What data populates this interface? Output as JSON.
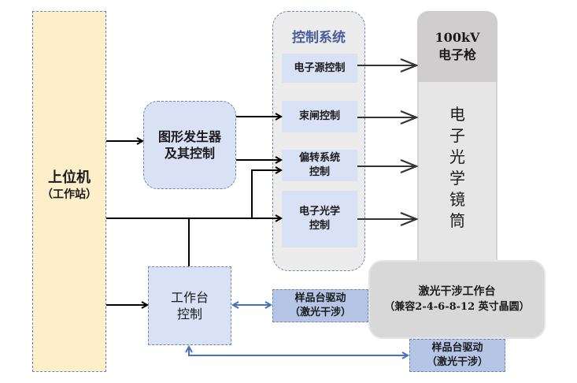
{
  "host": {
    "title": "上位机",
    "subtitle": "（工作站）"
  },
  "pattern_generator": {
    "line1": "图形发生器",
    "line2": "及其控制"
  },
  "control_system": {
    "title": "控制系统",
    "items": [
      {
        "lines": [
          "电子源控制"
        ]
      },
      {
        "lines": [
          "束闸控制"
        ]
      },
      {
        "lines": [
          "偏转系统",
          "控制"
        ]
      },
      {
        "lines": [
          "电子光学",
          "控制"
        ]
      }
    ]
  },
  "electron_gun": {
    "line1": "100kV",
    "line2": "电子枪"
  },
  "optical_column": {
    "chars": [
      "电",
      "子",
      "光",
      "学",
      "镜",
      "筒"
    ]
  },
  "laser_stage": {
    "line1": "激光干涉工作台",
    "line2": "（兼容2-4-6-8-12 英寸晶圆）"
  },
  "stage_control": {
    "line1": "工作台",
    "line2": "控制"
  },
  "stage_drive_1": {
    "line1": "样品台驱动",
    "line2": "（激光干涉）"
  },
  "stage_drive_2": {
    "line1": "样品台驱动",
    "line2": "（激光干涉）"
  },
  "colors": {
    "host_fill": "#fdefc9",
    "blue_fill": "#d9e1f5",
    "drive_fill": "#b4c5e6",
    "gray_fill": "#d8d8d8",
    "blue_arrow": "#4472c4",
    "title_blue": "#4a5d9a"
  }
}
